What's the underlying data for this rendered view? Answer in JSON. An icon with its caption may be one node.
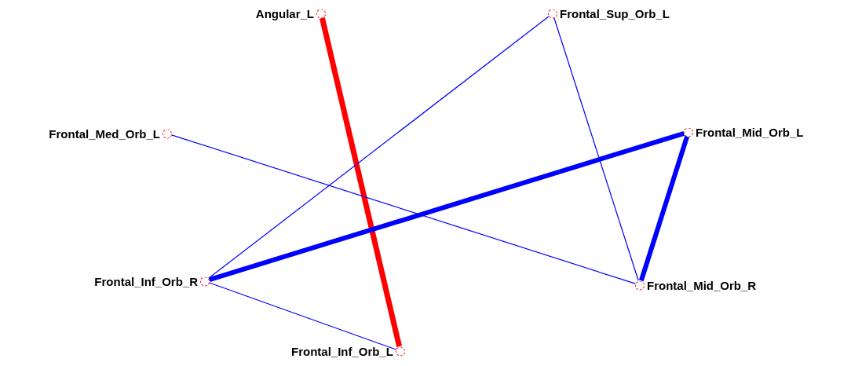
{
  "diagram": {
    "nodes": [
      {
        "text": [
          "Angular_L"
        ]
      },
      {
        "text": [
          "Frontal_Sup_Orb_L"
        ]
      },
      {
        "text": [
          "Frontal_Med_Orb_L"
        ]
      },
      {
        "text": [
          "Frontal_Mid_Orb_L"
        ]
      },
      {
        "text": [
          "Frontal_Inf_Orb_R"
        ]
      },
      {
        "text": [
          "Frontal_Mid_Orb_R"
        ]
      },
      {
        "text": [
          "Frontal_Inf_Orb_L"
        ]
      }
    ],
    "edges": [
      {
        "from": 0,
        "to": 6,
        "arrow": "none",
        "style": "thick",
        "color": "#ff0000"
      },
      {
        "from": 1,
        "to": 4,
        "arrow": "none"
      },
      {
        "from": 1,
        "to": 5,
        "arrow": "none"
      },
      {
        "from": 2,
        "to": 5,
        "arrow": "none"
      },
      {
        "from": 3,
        "to": 4,
        "arrow": "none",
        "style": "thick"
      },
      {
        "from": 3,
        "to": 5,
        "arrow": "none",
        "style": "thick"
      },
      {
        "from": 4,
        "to": 6,
        "arrow": "none"
      }
    ]
  }
}
